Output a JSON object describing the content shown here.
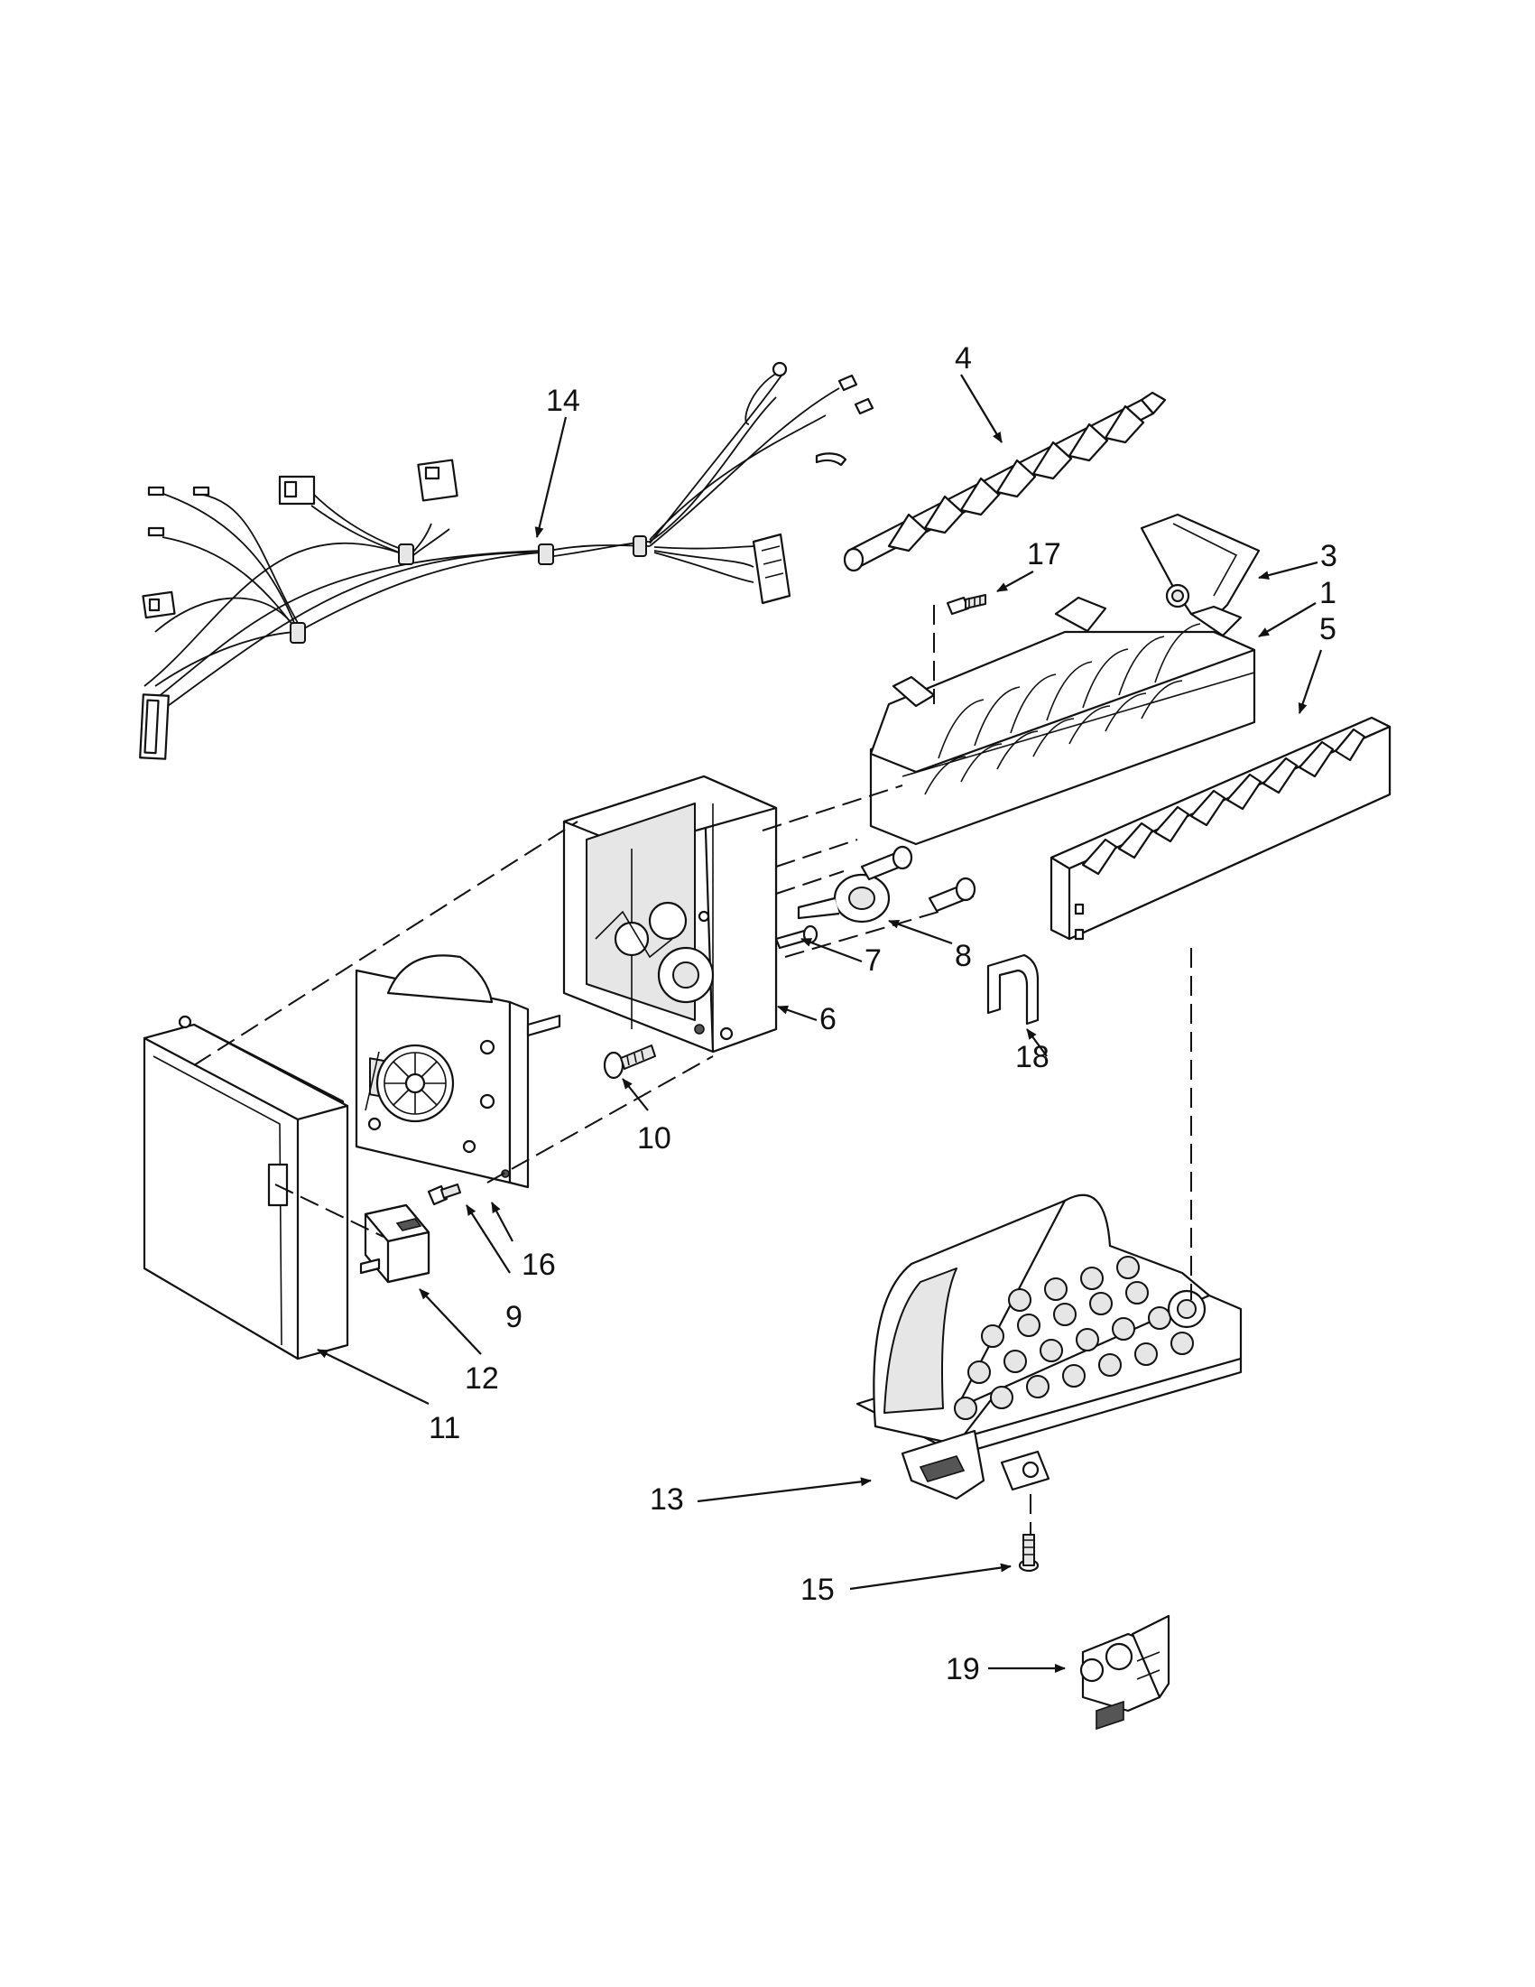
{
  "callouts": {
    "c1": "1",
    "c3": "3",
    "c4": "4",
    "c5": "5",
    "c6": "6",
    "c7": "7",
    "c8": "8",
    "c9": "9",
    "c10": "10",
    "c11": "11",
    "c12": "12",
    "c13": "13",
    "c14": "14",
    "c15": "15",
    "c16": "16",
    "c17": "17",
    "c18": "18",
    "c19": "19"
  },
  "colors": {
    "line": "#111111",
    "fill": "#ffffff",
    "shade": "#e6e6e6"
  }
}
